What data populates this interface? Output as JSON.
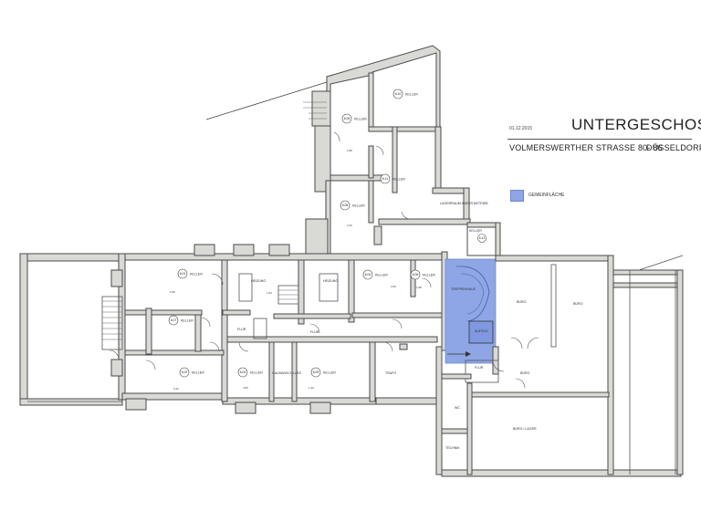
{
  "title_block": {
    "title": "UNTERGESCHOSS",
    "date": "01.12.2015",
    "address": "VOLMERSWERTHER STRASSE 80- 86",
    "city": "DÜSSELDORF"
  },
  "legend": {
    "swatch_color": "#8fa6e6",
    "label": "GEMEINFLÄCHE"
  },
  "rooms": [
    {
      "no": "6.10",
      "name": "KELLER"
    },
    {
      "no": "6.05",
      "name": "KELLER"
    },
    {
      "no": "6.11",
      "name": "KELLER"
    },
    {
      "no": "6.08",
      "name": "KELLER"
    },
    {
      "no": "6.12",
      "name": "KELLER"
    },
    {
      "no": "6.01",
      "name": "KELLER"
    },
    {
      "no": "6.04",
      "name": "KELLER"
    },
    {
      "no": "6.06",
      "name": "KELLER"
    },
    {
      "no": "6.07",
      "name": "KELLER"
    },
    {
      "no": "6.02",
      "name": "KELLER"
    },
    {
      "no": "6.03",
      "name": "KELLER"
    },
    {
      "no": "6.09",
      "name": "KELLER"
    }
  ],
  "labels": {
    "heizung": "HEIZUNG",
    "heizung2": "HEIZUNG",
    "lagerraum": "LAGERRAUM ANDER BETRIEB",
    "treppenhaus": "TREPPENHAUS",
    "hausanschluss": "HAUSANSCHLUSS",
    "flur1": "FLUR",
    "flur2": "FLUR",
    "flur3": "FLUR",
    "trafo": "TRAFO",
    "buero": "BÜRO",
    "buero2": "BÜRO",
    "buero3": "BÜRO",
    "archiv": "BÜRO / LAGER",
    "technik": "TECHNIK",
    "wc": "WC",
    "aufzug": "AUFZUG"
  },
  "areas": {
    "a601": "6,95",
    "a602": "3,40",
    "a603": "4,55",
    "a604": "3,05",
    "a605": "2,88",
    "a606": "1,88",
    "a607": "1,30",
    "a608": "2,40",
    "a609": "1,84"
  }
}
